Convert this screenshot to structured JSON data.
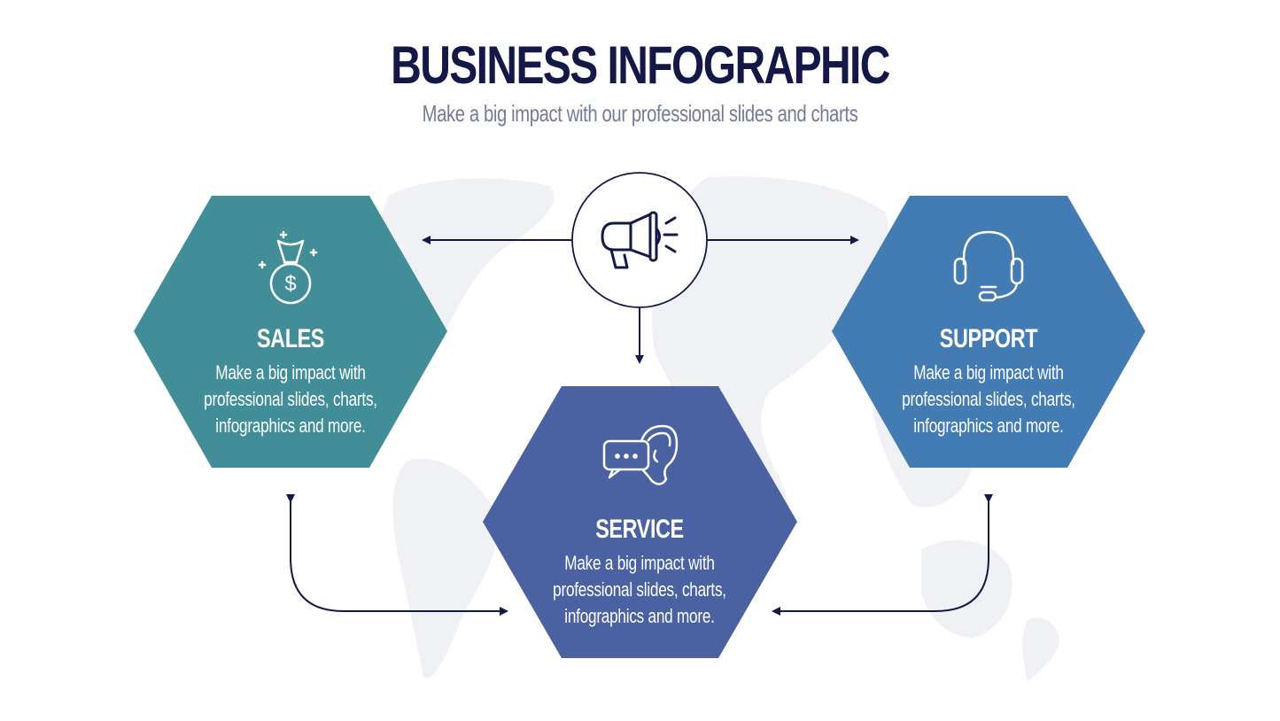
{
  "header": {
    "title": "BUSINESS INFOGRAPHIC",
    "subtitle": "Make a big impact with our professional slides and charts"
  },
  "colors": {
    "title": "#141846",
    "subtitle": "#757a99",
    "arrows": "#141846",
    "map": "#eef0f3",
    "sales": "#418d98",
    "service": "#4a62a1",
    "support": "#437cb3"
  },
  "center": {
    "icon": "megaphone-icon"
  },
  "nodes": [
    {
      "id": "sales",
      "title": "SALES",
      "icon": "money-bag-icon",
      "description_lines": [
        "Make a big impact with",
        "professional slides, charts,",
        "infographics and more."
      ]
    },
    {
      "id": "service",
      "title": "SERVICE",
      "icon": "chat-ear-icon",
      "description_lines": [
        "Make a big impact with",
        "professional slides, charts,",
        "infographics and more."
      ]
    },
    {
      "id": "support",
      "title": "SUPPORT",
      "icon": "headset-icon",
      "description_lines": [
        "Make a big impact with",
        "professional slides, charts,",
        "infographics and more."
      ]
    }
  ]
}
